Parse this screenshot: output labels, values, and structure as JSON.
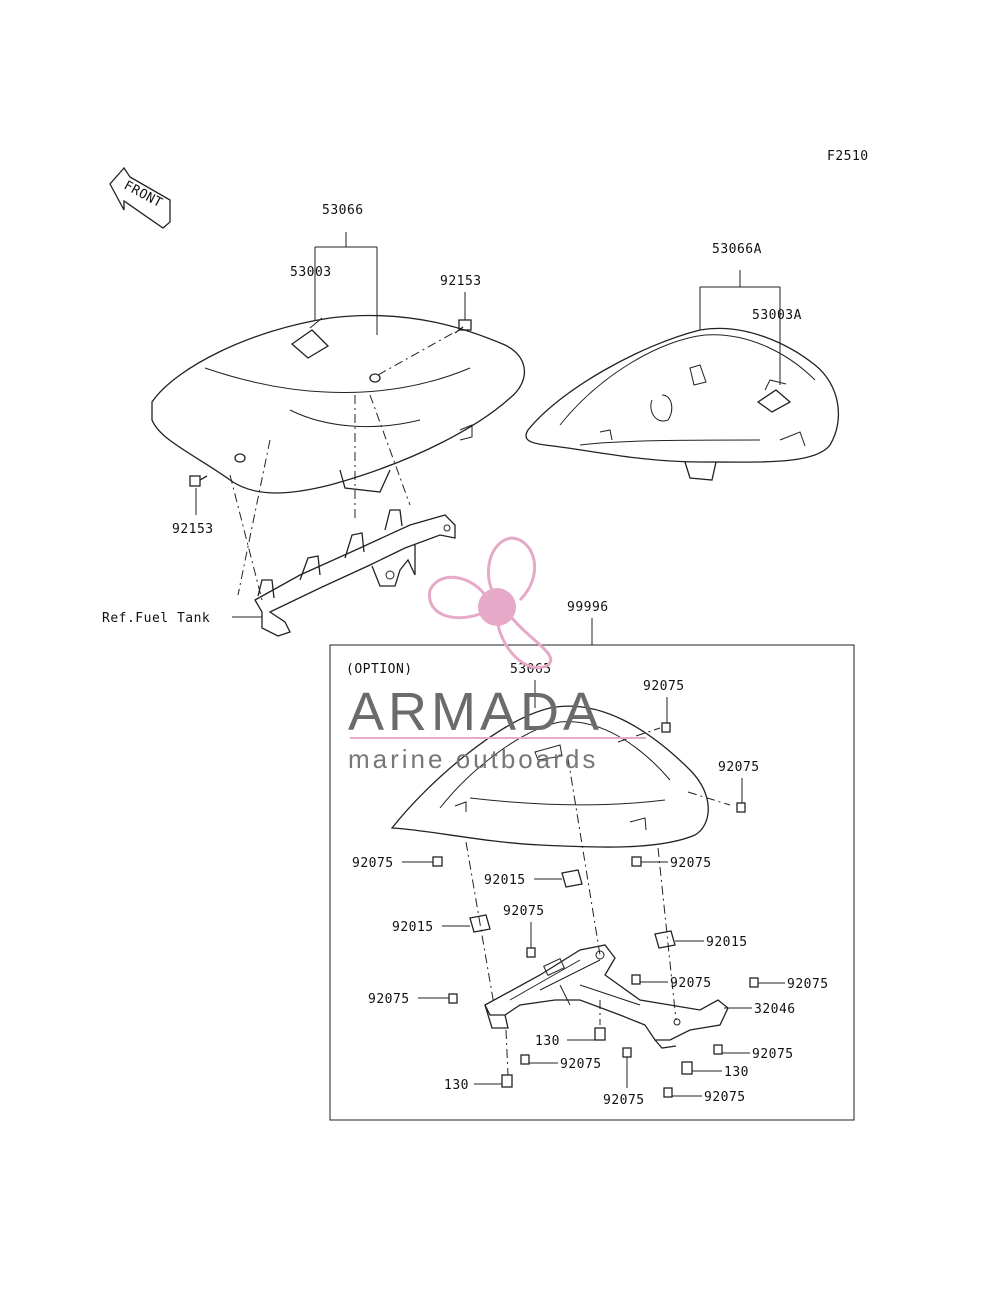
{
  "diagram": {
    "code": "F2510",
    "front_label": "FRONT",
    "ref_label": "Ref.Fuel Tank",
    "option_label": "(OPTION)",
    "callouts": {
      "c53066": "53066",
      "c53003": "53003",
      "c92153a": "92153",
      "c92153b": "92153",
      "c53066A": "53066A",
      "c53003A": "53003A",
      "c99996": "99996",
      "c53065": "53065",
      "o92075_1": "92075",
      "o92075_2": "92075",
      "o92075_3": "92075",
      "o92075_4": "92075",
      "o92015_1": "92015",
      "o92015_2": "92015",
      "o92015_3": "92015",
      "o92075_5": "92075",
      "o92075_6": "92075",
      "o92075_7": "92075",
      "o92075_8": "92075",
      "o32046": "32046",
      "o130_1": "130",
      "o92075_9": "92075",
      "o92075_10": "92075",
      "o130_2": "130",
      "o130_3": "130",
      "o92075_11": "92075",
      "o92075_12": "92075"
    }
  },
  "watermark": {
    "brand": "ARMADA",
    "tagline": "marine outboards",
    "accent_color": "#e6a9c8"
  }
}
